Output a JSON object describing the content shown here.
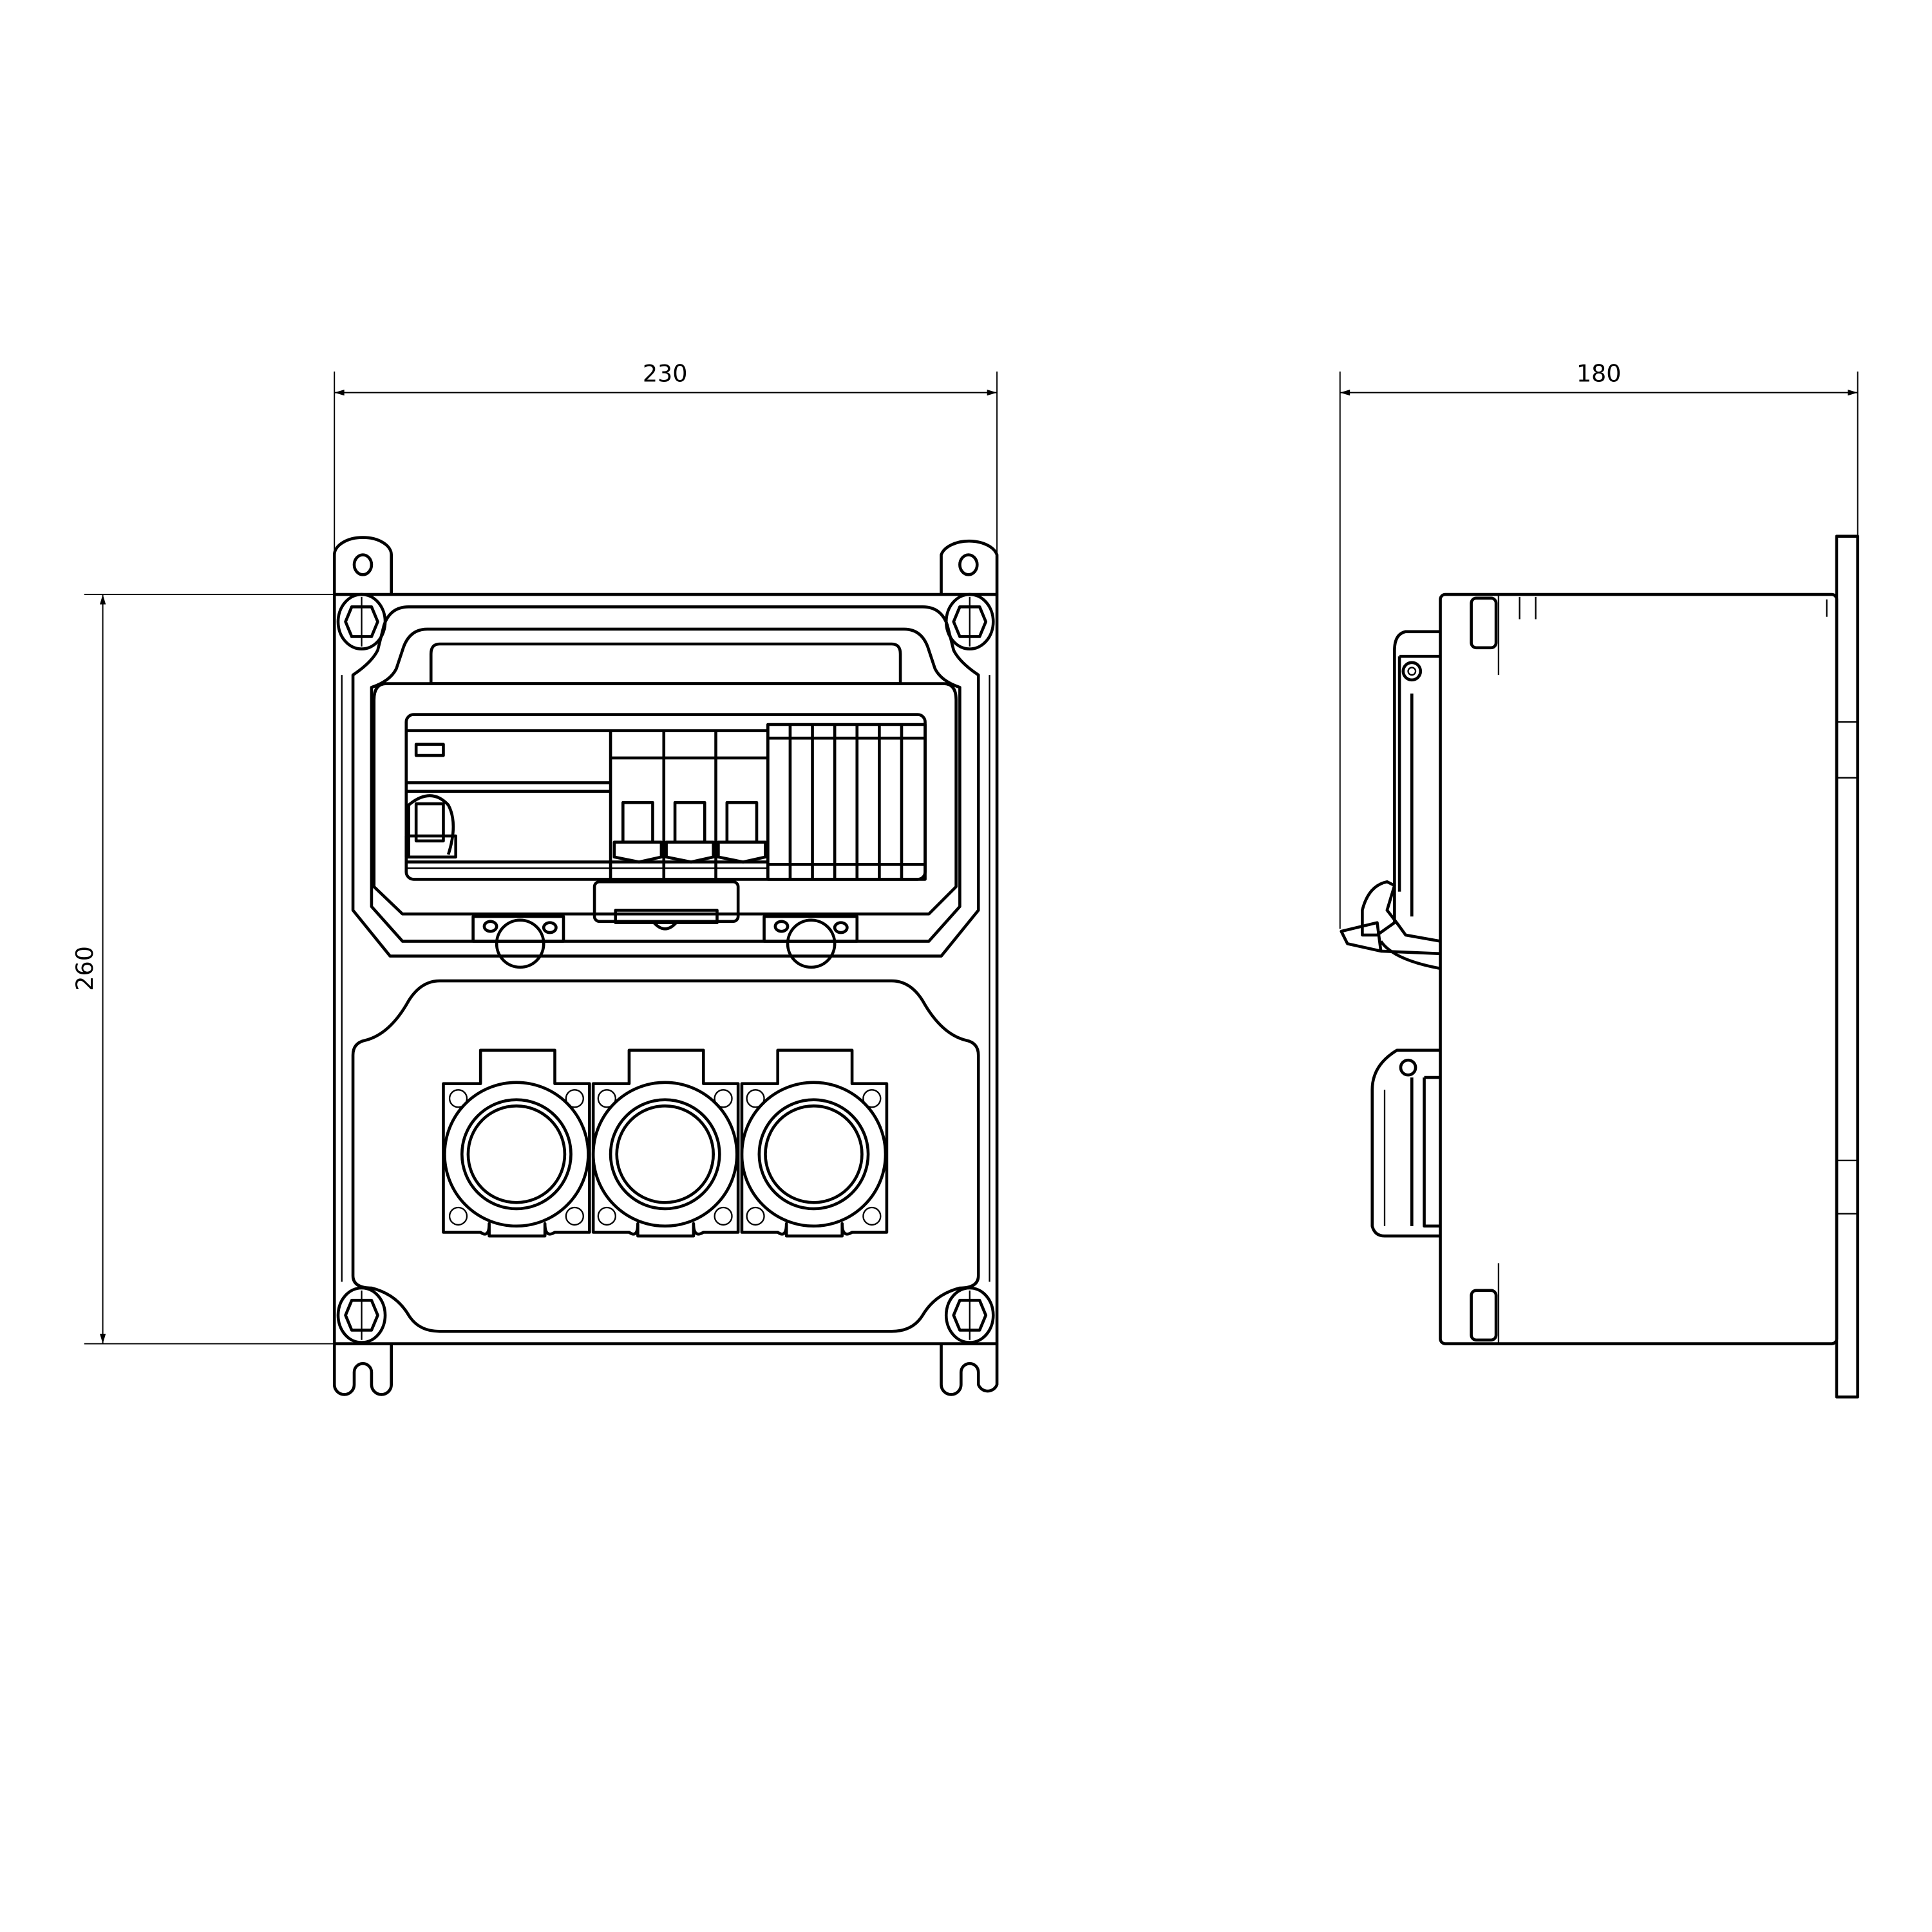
{
  "drawing": {
    "dimensions": {
      "front_width": "230",
      "side_depth": "180",
      "front_height": "260"
    },
    "views": [
      "front-view",
      "side-view"
    ],
    "components": {
      "socket_count": 3,
      "mcb_count": 3,
      "terminal_columns": 7
    }
  }
}
